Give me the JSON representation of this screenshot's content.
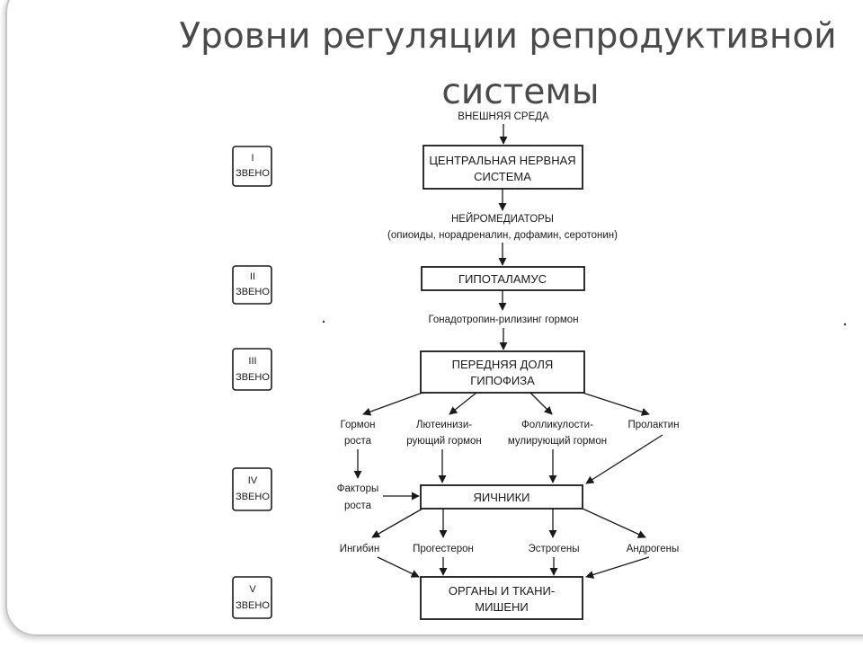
{
  "title": {
    "line1": "Уровни регуляции репродуктивной",
    "line2": "системы"
  },
  "levels": [
    {
      "num": "I",
      "word": "ЗВЕНО"
    },
    {
      "num": "II",
      "word": "ЗВЕНО"
    },
    {
      "num": "III",
      "word": "ЗВЕНО"
    },
    {
      "num": "IV",
      "word": "ЗВЕНО"
    },
    {
      "num": "V",
      "word": "ЗВЕНО"
    }
  ],
  "external": "ВНЕШНЯЯ СРЕДА",
  "cns": {
    "line1": "ЦЕНТРАЛЬНАЯ НЕРВНАЯ",
    "line2": "СИСТЕМА"
  },
  "neuro": {
    "line1": "НЕЙРОМЕДИАТОРЫ",
    "line2": "(опиоиды, норадреналин, дофамин, серотонин)"
  },
  "hypothalamus": "ГИПОТАЛАМУС",
  "gnrh": "Гонадотропин-рилизинг гормон",
  "pituitary": {
    "line1": "ПЕРЕДНЯЯ ДОЛЯ",
    "line2": "ГИПОФИЗА"
  },
  "hormones": {
    "growth": {
      "line1": "Гормон",
      "line2": "роста"
    },
    "lh": {
      "line1": "Лютеинизи-",
      "line2": "рующий гормон"
    },
    "fsh": {
      "line1": "Фолликулости-",
      "line2": "мулирующий гормон"
    },
    "prolactin": "Пролактин"
  },
  "growth_factors": {
    "line1": "Факторы",
    "line2": "роста"
  },
  "ovaries": "ЯИЧНИКИ",
  "ovary_hormones": {
    "inhibin": "Ингибин",
    "progesterone": "Прогестерон",
    "estrogens": "Эстрогены",
    "androgens": "Андрогены"
  },
  "targets": {
    "line1": "ОРГАНЫ И ТКАНИ-",
    "line2": "МИШЕНИ"
  }
}
